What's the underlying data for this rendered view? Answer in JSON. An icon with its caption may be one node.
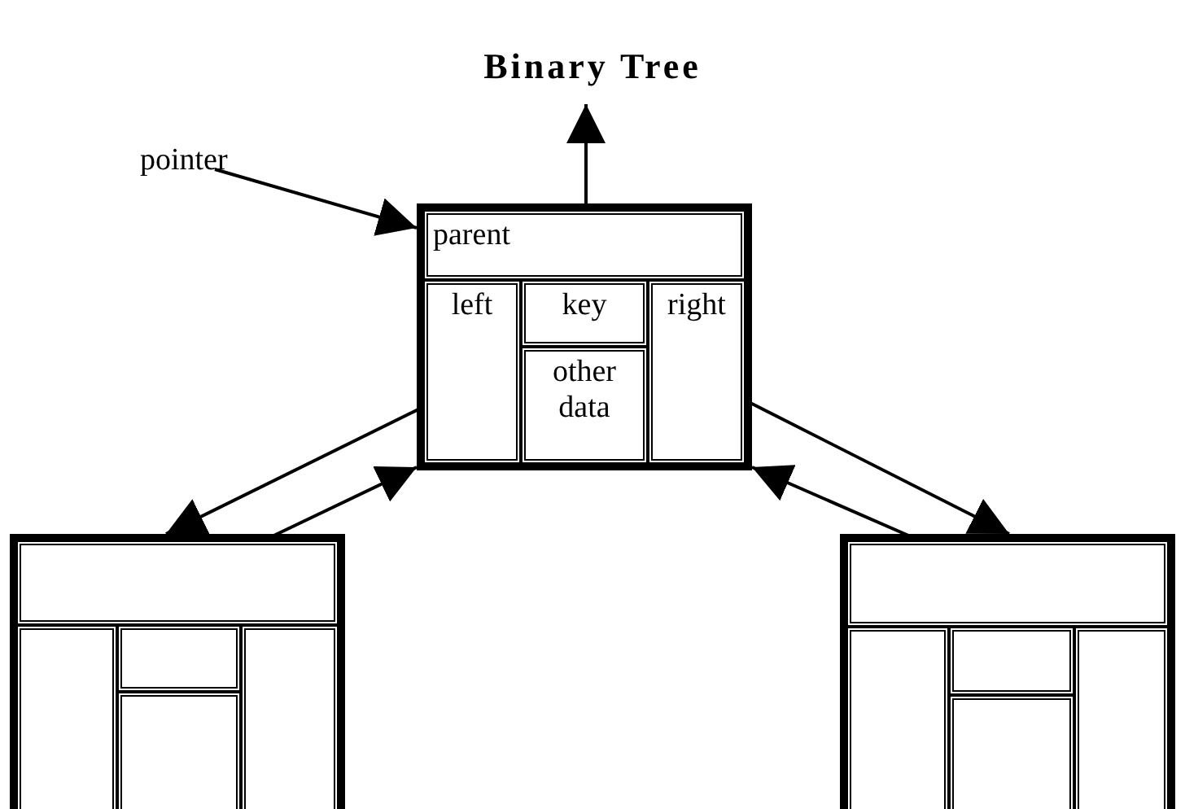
{
  "diagram": {
    "title": "Binary Tree",
    "nodes": [
      {
        "text": [],
        "shape": "box"
      },
      {
        "text": [
          "parent"
        ],
        "in": 0
      },
      {
        "text": [
          "left"
        ],
        "in": 0
      },
      {
        "text": [
          "key"
        ],
        "in": 0
      },
      {
        "text": [
          "other data"
        ],
        "in": 0
      },
      {
        "text": [
          "right"
        ],
        "in": 0
      },
      {
        "text": [],
        "shape": "box"
      },
      {
        "text": [],
        "shape": "box",
        "in": 6
      },
      {
        "text": [],
        "shape": "box",
        "in": 6
      },
      {
        "text": [],
        "shape": "box",
        "in": 6
      },
      {
        "text": [],
        "shape": "box",
        "in": 6
      },
      {
        "text": [],
        "shape": "box",
        "in": 6
      },
      {
        "text": [],
        "shape": "box"
      },
      {
        "text": [],
        "shape": "box",
        "in": 12
      },
      {
        "text": [],
        "shape": "box",
        "in": 12
      },
      {
        "text": [],
        "shape": "box",
        "in": 12
      },
      {
        "text": [],
        "shape": "box",
        "in": 12
      },
      {
        "text": [],
        "shape": "box",
        "in": 12
      },
      {
        "text": [
          "pointer"
        ]
      }
    ],
    "edges": [
      {
        "from": 18,
        "to": 0,
        "arrow": "to"
      },
      {
        "from": 1,
        "to": null,
        "arrow": "to"
      },
      {
        "from": 2,
        "to": 6,
        "arrow": "to"
      },
      {
        "from": 7,
        "to": 0,
        "arrow": "to"
      },
      {
        "from": 5,
        "to": 12,
        "arrow": "to"
      },
      {
        "from": 13,
        "to": 0,
        "arrow": "to"
      }
    ]
  }
}
